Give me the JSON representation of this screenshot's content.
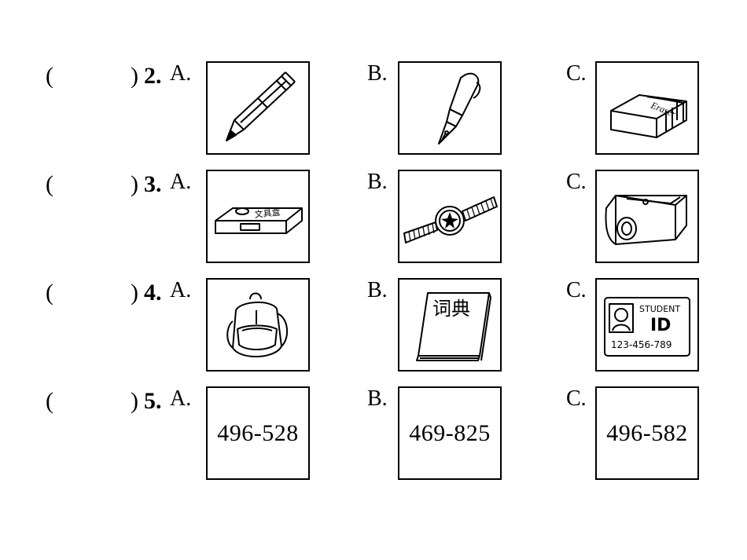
{
  "questions": [
    {
      "number": "2.",
      "options": [
        {
          "label": "A.",
          "icon": "pencil-icon"
        },
        {
          "label": "B.",
          "icon": "fountain-pen-icon"
        },
        {
          "label": "C.",
          "icon": "eraser-icon",
          "text": "Eraser"
        }
      ]
    },
    {
      "number": "3.",
      "options": [
        {
          "label": "A.",
          "icon": "pencil-box-icon",
          "text": "文具盒"
        },
        {
          "label": "B.",
          "icon": "watch-icon"
        },
        {
          "label": "C.",
          "icon": "pencil-sharpener-icon"
        }
      ]
    },
    {
      "number": "4.",
      "options": [
        {
          "label": "A.",
          "icon": "backpack-icon"
        },
        {
          "label": "B.",
          "icon": "dictionary-icon",
          "text": "词典"
        },
        {
          "label": "C.",
          "icon": "student-id-card-icon",
          "text_line1": "STUDENT",
          "text_line2": "ID",
          "text_line3": "123-456-789"
        }
      ]
    },
    {
      "number": "5.",
      "options": [
        {
          "label": "A.",
          "text": "496-528"
        },
        {
          "label": "B.",
          "text": "469-825"
        },
        {
          "label": "C.",
          "text": "496-582"
        }
      ]
    }
  ],
  "paren_open": "(",
  "paren_close": ")"
}
